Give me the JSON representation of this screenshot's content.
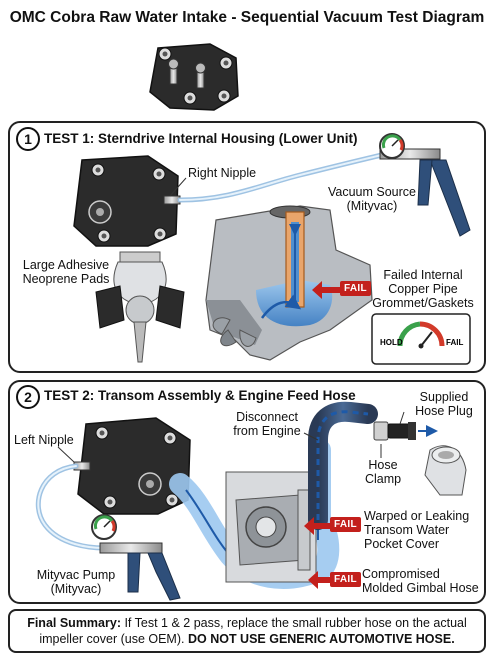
{
  "title": "OMC Cobra Raw Water Intake - Sequential Vacuum Test Diagram",
  "test1": {
    "number": "1",
    "heading": "TEST 1: Sterndrive Internal Housing (Lower Unit)",
    "right_nipple": "Right Nipple",
    "vacuum_source": "Vacuum Source",
    "vacuum_source_sub": "(Mityvac)",
    "pads_line1": "Large Adhesive",
    "pads_line2": "Neoprene Pads",
    "fail_badge": "FAIL",
    "failed_line1": "Failed Internal",
    "failed_line2": "Copper Pipe",
    "failed_line3": "Grommet/Gaskets",
    "gauge_hold": "HOLD",
    "gauge_fail": "FAIL"
  },
  "test2": {
    "number": "2",
    "heading": "TEST 2: Transom Assembly & Engine Feed Hose",
    "left_nipple": "Left Nipple",
    "disconnect_line1": "Disconnect",
    "disconnect_line2": "from Engine",
    "hose_plug_line1": "Supplied",
    "hose_plug_line2": "Hose Plug",
    "hose_clamp_line1": "Hose",
    "hose_clamp_line2": "Clamp",
    "fail_badge_1": "FAIL",
    "warped_line1": "Warped or Leaking",
    "warped_line2": "Transom Water",
    "warped_line3": "Pocket Cover",
    "fail_badge_2": "FAIL",
    "gimbal_line1": "Compromised",
    "gimbal_line2": "Molded Gimbal Hose",
    "mityvac_line1": "Mityvac Pump",
    "mityvac_line2": "(Mityvac)"
  },
  "summary": {
    "label": "Final Summary:",
    "text": " If Test 1 & 2 pass, replace the small rubber hose on the actual impeller cover (use OEM). ",
    "warning": "DO NOT USE GENERIC AUTOMOTIVE HOSE."
  },
  "colors": {
    "fail_red": "#c3201c",
    "water_blue": "#4f8fd0",
    "housing_dark": "#2b2b2b",
    "copper": "#c77a3a",
    "handle_blue": "#2f4f7a"
  }
}
